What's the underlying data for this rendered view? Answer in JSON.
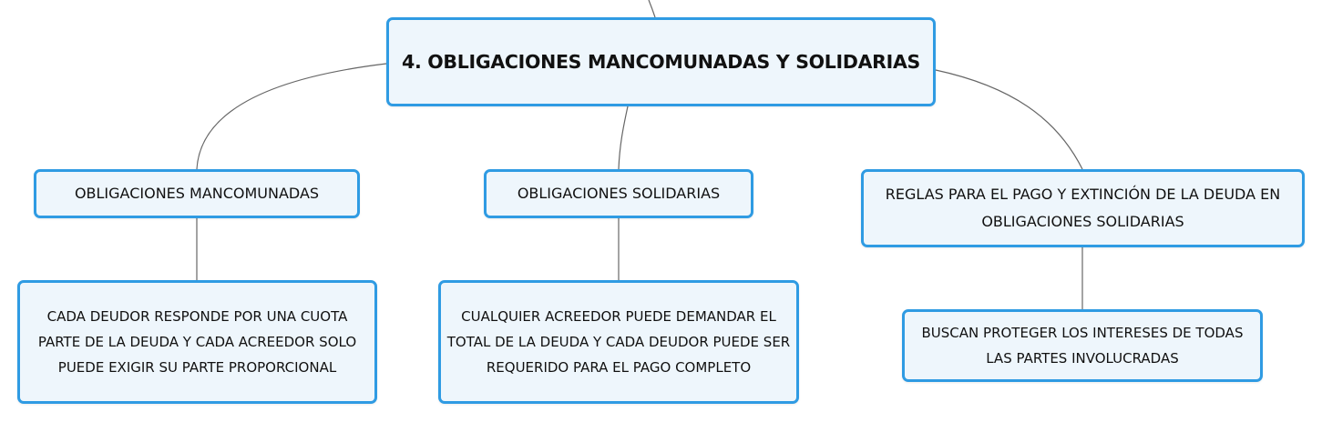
{
  "root": {
    "title": "4. OBLIGACIONES MANCOMUNADAS Y SOLIDARIAS"
  },
  "branches": [
    {
      "label": "OBLIGACIONES MANCOMUNADAS",
      "detail": "CADA DEUDOR RESPONDE POR UNA CUOTA PARTE DE LA DEUDA Y CADA ACREEDOR SOLO PUEDE EXIGIR SU PARTE PROPORCIONAL"
    },
    {
      "label": "OBLIGACIONES SOLIDARIAS",
      "detail": "CUALQUIER ACREEDOR PUEDE DEMANDAR EL TOTAL DE LA DEUDA Y CADA DEUDOR PUEDE SER REQUERIDO PARA EL PAGO COMPLETO"
    },
    {
      "label": "REGLAS PARA EL PAGO Y EXTINCIÓN DE LA DEUDA EN OBLIGACIONES SOLIDARIAS",
      "detail": "BUSCAN PROTEGER LOS INTERESES DE TODAS LAS PARTES INVOLUCRADAS"
    }
  ],
  "colors": {
    "node_border": "#2f9be3",
    "node_fill": "#eef6fc",
    "connector": "#666666"
  }
}
